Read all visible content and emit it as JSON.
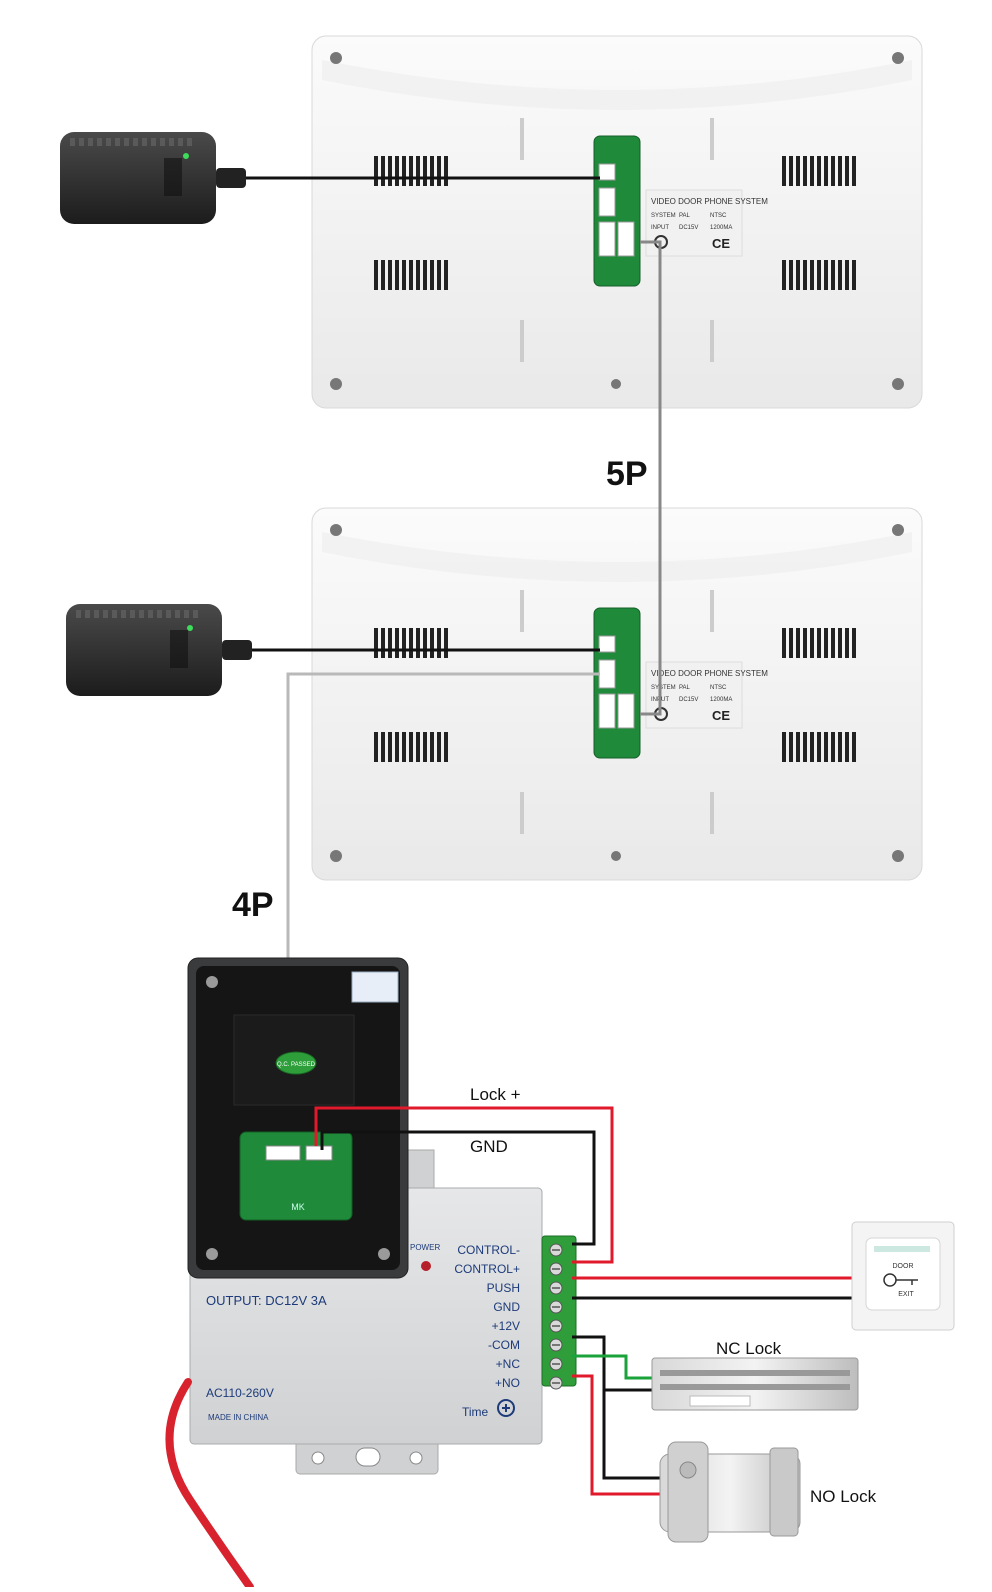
{
  "labels": {
    "cable_5p": "5P",
    "cable_4p": "4P",
    "lock_plus": "Lock +",
    "gnd": "GND",
    "nc_lock": "NC Lock",
    "no_lock": "NO Lock"
  },
  "monitor_label": {
    "title": "VIDEO DOOR PHONE SYSTEM",
    "row1": [
      "SYSTEM",
      "PAL",
      "NTSC"
    ],
    "row2": [
      "INPUT",
      "DC15V",
      "1200MA"
    ],
    "ce": "CE"
  },
  "power_box": {
    "output": "OUTPUT: DC12V  3A",
    "input": "AC110-260V",
    "made_in": "MADE IN CHINA",
    "power": "POWER",
    "time": "Time",
    "terminals": [
      "CONTROL-",
      "CONTROL+",
      "PUSH",
      "GND",
      "+12V",
      "-COM",
      "+NC",
      "+NO"
    ]
  },
  "door_station": {
    "qc": "Q.C. PASSED",
    "board": "MK"
  },
  "exit_button": {
    "line1": "DOOR",
    "line2": "EXIT"
  },
  "colors": {
    "red_wire": "#e0192b",
    "black_wire": "#111111",
    "green_wire": "#1aa33a",
    "gray_wire": "#9a9a9a",
    "monitor_body": "#f4f4f4",
    "pcb_green": "#1f8a3a"
  }
}
